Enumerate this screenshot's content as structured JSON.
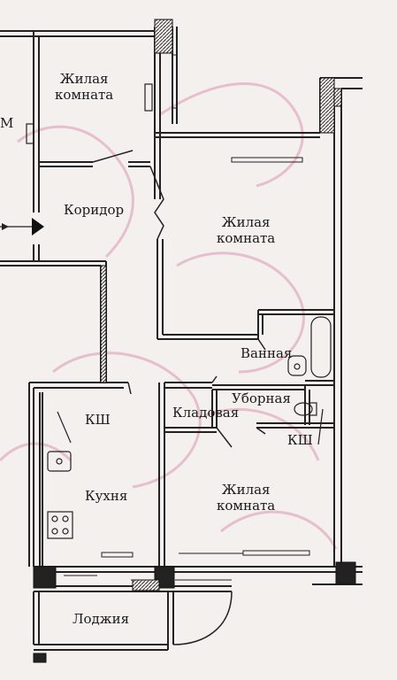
{
  "plan": {
    "rooms": {
      "living_top_left": [
        "Жилая",
        "комната"
      ],
      "living_center": [
        "Жилая",
        "комната"
      ],
      "living_bottom": [
        "Жилая",
        "комната"
      ],
      "corridor": "Коридор",
      "bathroom": "Ванная",
      "toilet": "Уборная",
      "storage": "Кладовая",
      "kitchen": "Кухня",
      "loggia": "Лоджия",
      "shaft_left": "КШ",
      "shaft_right": "КШ",
      "cut_letter": "М"
    },
    "colors": {
      "paper": "#f3f0ee",
      "wall": "#222222",
      "watermark": "#e2b3c6"
    }
  }
}
